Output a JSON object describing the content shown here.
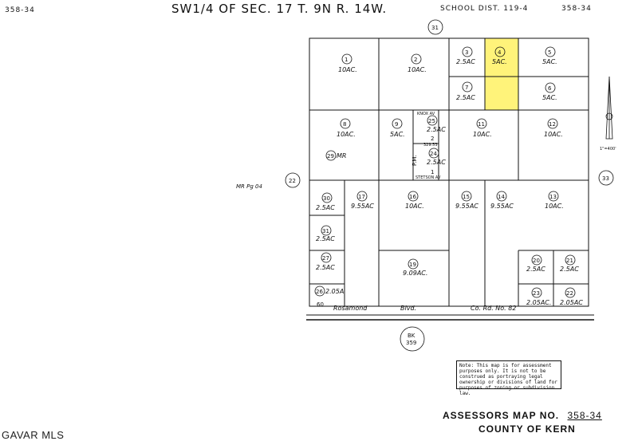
{
  "header": {
    "left_id": "358-34",
    "title": "SW1/4 OF SEC. 17 T. 9N R. 14W.",
    "school": "SCHOOL DIST. 119-4",
    "right_id": "358-34"
  },
  "map_refs": {
    "top_circle": "31",
    "left_circle": "22",
    "right_circle": "33",
    "left_label": "MR Pg 04",
    "book_top": "BK",
    "book_num": "359",
    "scale": "1\"=400'"
  },
  "highlight_color": "#fff37a",
  "parcels": [
    {
      "id": "p1",
      "num": "1",
      "area": "10AC."
    },
    {
      "id": "p2",
      "num": "2",
      "area": "10AC."
    },
    {
      "id": "p3",
      "num": "3",
      "area": "2.5AC"
    },
    {
      "id": "p4",
      "num": "4",
      "area": "5AC.",
      "highlighted": true
    },
    {
      "id": "p5",
      "num": "5",
      "area": "5AC."
    },
    {
      "id": "p6",
      "num": "6",
      "area": "5AC."
    },
    {
      "id": "p7",
      "num": "7",
      "area": "2.5AC"
    },
    {
      "id": "p8",
      "num": "8",
      "area": "10AC."
    },
    {
      "id": "p9",
      "num": "9",
      "area": "5AC."
    },
    {
      "id": "p11",
      "num": "11",
      "area": "10AC."
    },
    {
      "id": "p12",
      "num": "12",
      "area": "10AC."
    },
    {
      "id": "p29",
      "num": "29",
      "area": "MR"
    },
    {
      "id": "p25",
      "num": "25",
      "area": "2.5AC"
    },
    {
      "id": "p24",
      "num": "24",
      "area": "2.5AC"
    },
    {
      "id": "p30",
      "num": "30",
      "area": "2.5AC"
    },
    {
      "id": "p17",
      "num": "17",
      "area": "9.55AC"
    },
    {
      "id": "p16",
      "num": "16",
      "area": "10AC."
    },
    {
      "id": "p15",
      "num": "15",
      "area": "9.55AC"
    },
    {
      "id": "p14",
      "num": "14",
      "area": "9.55AC"
    },
    {
      "id": "p13",
      "num": "13",
      "area": "10AC."
    },
    {
      "id": "p31",
      "num": "31",
      "area": "2.5AC"
    },
    {
      "id": "p27",
      "num": "27",
      "area": "2.5AC"
    },
    {
      "id": "p19",
      "num": "19",
      "area": "9.09AC."
    },
    {
      "id": "p20",
      "num": "20",
      "area": "2.5AC"
    },
    {
      "id": "p21",
      "num": "21",
      "area": "2.5AC"
    },
    {
      "id": "p26",
      "num": "26",
      "area": "2.05A"
    },
    {
      "id": "p23",
      "num": "23",
      "area": "2.05AC."
    },
    {
      "id": "p22",
      "num": "22",
      "area": "2.05AC"
    }
  ],
  "subdivision": {
    "knox": "KNOX AV",
    "stetson": "STETSON AV",
    "pm_label": "P.M.",
    "lot2": "2",
    "lot1": "1",
    "lot2_area": "329.53"
  },
  "road": {
    "name_a": "Rosamond",
    "name_b": "Blvd.",
    "name_c": "Co. Rd. No. 82",
    "width": "60"
  },
  "note": "Note: This map is for assessment purposes only. It is not to be construed as portraying legal ownership or divisions of land for purposes of zoning or subdivision law.",
  "footer": {
    "map_no_label": "ASSESSORS MAP NO.",
    "map_no": "358-34",
    "county": "COUNTY OF KERN"
  },
  "watermark": "GAVAR MLS"
}
